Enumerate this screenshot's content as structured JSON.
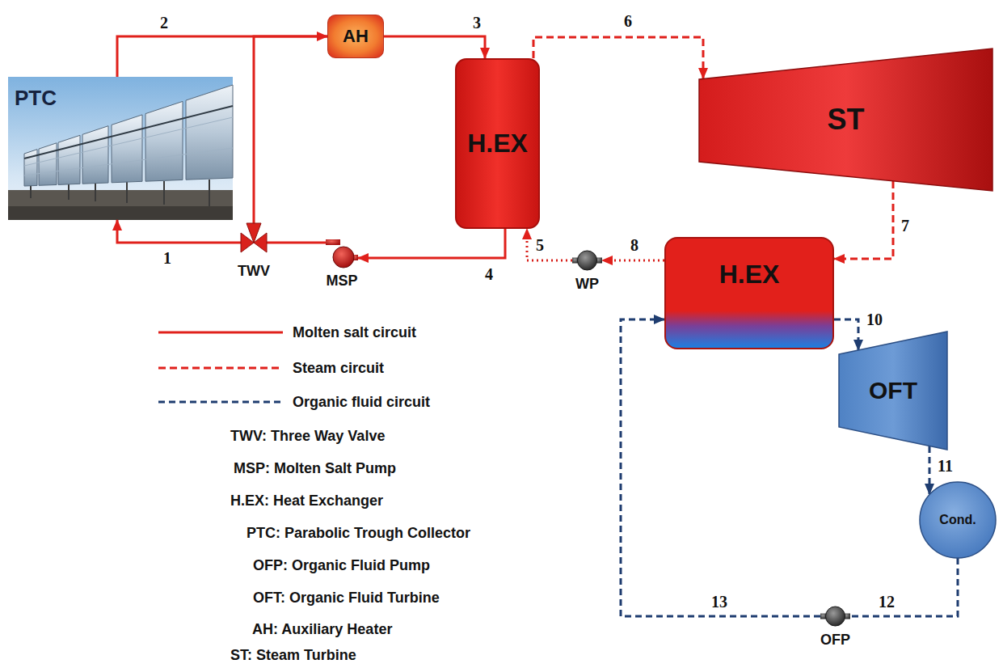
{
  "diagram": {
    "nodes": [
      {
        "text": [
          "PTC"
        ]
      },
      {
        "text": [
          "AH"
        ]
      },
      {
        "text": [
          "H.EX"
        ]
      },
      {
        "text": [
          "ST"
        ]
      },
      {
        "text": [
          "TWV"
        ]
      },
      {
        "text": [
          "MSP"
        ]
      },
      {
        "text": [
          "WP"
        ]
      },
      {
        "text": [
          "H.EX"
        ]
      },
      {
        "text": [
          "OFT"
        ]
      },
      {
        "text": [
          "Cond."
        ]
      },
      {
        "text": [
          "OFP"
        ]
      }
    ],
    "edges": [
      {
        "from": 0,
        "to": 1,
        "label": "2",
        "arrow": "none"
      },
      {
        "from": 4,
        "to": 1,
        "arrow": "to"
      },
      {
        "from": 1,
        "to": 2,
        "label": "3",
        "arrow": "to"
      },
      {
        "from": 2,
        "to": 3,
        "label": "6",
        "arrow": "to"
      },
      {
        "from": 3,
        "to": 7,
        "label": "7",
        "arrow": "to"
      },
      {
        "from": 7,
        "to": 6,
        "label": "8",
        "arrow": "to"
      },
      {
        "from": 6,
        "to": 2,
        "label": "5",
        "arrow": "to"
      },
      {
        "from": 2,
        "to": 5,
        "label": "4",
        "arrow": "to"
      },
      {
        "from": 5,
        "to": 4,
        "arrow": "none"
      },
      {
        "from": 4,
        "to": 0,
        "label": "1",
        "arrow": "to"
      },
      {
        "from": 7,
        "to": 8,
        "label": "10",
        "arrow": "to"
      },
      {
        "from": 8,
        "to": 9,
        "label": "11",
        "arrow": "to"
      },
      {
        "from": 9,
        "to": 10,
        "label": "12",
        "arrow": "none"
      },
      {
        "from": 10,
        "to": 7,
        "label": "13",
        "arrow": "to"
      }
    ],
    "labels": [
      "TWV: Three Way Valve",
      "MSP: Molten Salt Pump",
      "H.EX: Heat Exchanger",
      "PTC: Parabolic Trough Collector",
      "OFP: Organic Fluid Pump",
      "OFT: Organic Fluid Turbine",
      "AH: Auxiliary Heater",
      "ST: Steam Turbine"
    ],
    "legend": [
      {
        "text": "Molten salt circuit"
      },
      {
        "text": "Steam circuit"
      },
      {
        "text": "Organic fluid circuit"
      }
    ]
  }
}
